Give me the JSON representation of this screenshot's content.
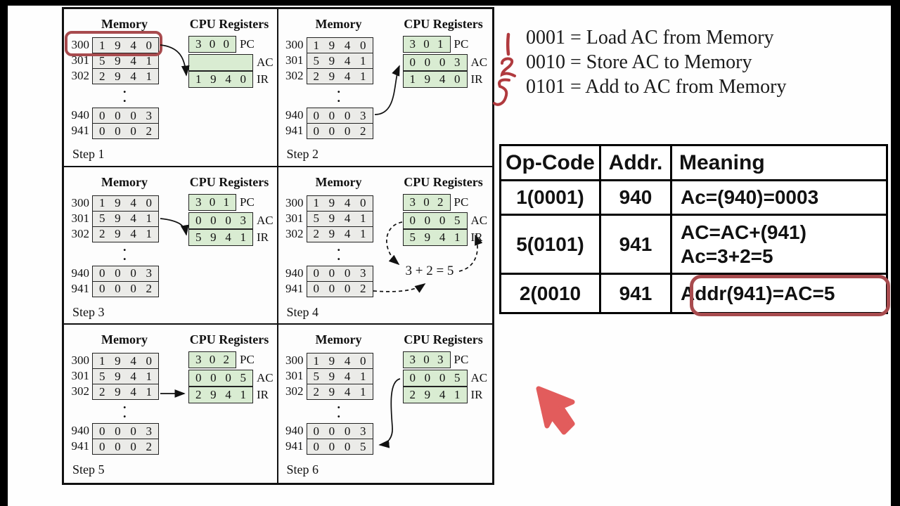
{
  "colors": {
    "memory_box": "#ebebe8",
    "register_box": "#d9ecd2",
    "highlight_red": "#a84b4e",
    "handwriting_red": "#b03a3e",
    "cursor_red": "#e25c5c",
    "ink": "#111111"
  },
  "labels": {
    "memory_title": "Memory",
    "cpu_title": "CPU Registers",
    "pc": "PC",
    "ac": "AC",
    "ir": "IR"
  },
  "panels": [
    {
      "step_label": "Step 1",
      "highlight_row_300": true,
      "memory": [
        {
          "addr": "300",
          "value": "1 9 4 0"
        },
        {
          "addr": "301",
          "value": "5 9 4 1"
        },
        {
          "addr": "302",
          "value": "2 9 4 1"
        },
        {
          "addr": "940",
          "value": "0 0 0 3"
        },
        {
          "addr": "941",
          "value": "0 0 0 2"
        }
      ],
      "registers": {
        "pc": "3 0 0",
        "ac": "",
        "ir": "1 9 4 0"
      },
      "arrows": [
        {
          "from": "memory-300",
          "to": "IR",
          "style": "solid"
        }
      ]
    },
    {
      "step_label": "Step 2",
      "highlight_row_300": false,
      "memory": [
        {
          "addr": "300",
          "value": "1 9 4 0"
        },
        {
          "addr": "301",
          "value": "5 9 4 1"
        },
        {
          "addr": "302",
          "value": "2 9 4 1"
        },
        {
          "addr": "940",
          "value": "0 0 0 3"
        },
        {
          "addr": "941",
          "value": "0 0 0 2"
        }
      ],
      "registers": {
        "pc": "3 0 1",
        "ac": "0 0 0 3",
        "ir": "1 9 4 0"
      },
      "arrows": [
        {
          "from": "memory-940",
          "to": "AC",
          "style": "solid"
        }
      ]
    },
    {
      "step_label": "Step 3",
      "highlight_row_300": false,
      "memory": [
        {
          "addr": "300",
          "value": "1 9 4 0"
        },
        {
          "addr": "301",
          "value": "5 9 4 1"
        },
        {
          "addr": "302",
          "value": "2 9 4 1"
        },
        {
          "addr": "940",
          "value": "0 0 0 3"
        },
        {
          "addr": "941",
          "value": "0 0 0 2"
        }
      ],
      "registers": {
        "pc": "3 0 1",
        "ac": "0 0 0 3",
        "ir": "5 9 4 1"
      },
      "arrows": [
        {
          "from": "memory-301",
          "to": "IR",
          "style": "solid"
        }
      ]
    },
    {
      "step_label": "Step 4",
      "highlight_row_300": false,
      "memory": [
        {
          "addr": "300",
          "value": "1 9 4 0"
        },
        {
          "addr": "301",
          "value": "5 9 4 1"
        },
        {
          "addr": "302",
          "value": "2 9 4 1"
        },
        {
          "addr": "940",
          "value": "0 0 0 3"
        },
        {
          "addr": "941",
          "value": "0 0 0 2"
        }
      ],
      "registers": {
        "pc": "3 0 2",
        "ac": "0 0 0 5",
        "ir": "5 9 4 1"
      },
      "annotation": "3 + 2 = 5",
      "arrows": [
        {
          "from": "AC",
          "to": "annotation",
          "style": "dashed"
        },
        {
          "from": "annotation",
          "to": "AC",
          "style": "dashed"
        },
        {
          "from": "memory-941",
          "to": "annotation",
          "style": "dashed"
        }
      ]
    },
    {
      "step_label": "Step 5",
      "highlight_row_300": false,
      "memory": [
        {
          "addr": "300",
          "value": "1 9 4 0"
        },
        {
          "addr": "301",
          "value": "5 9 4 1"
        },
        {
          "addr": "302",
          "value": "2 9 4 1"
        },
        {
          "addr": "940",
          "value": "0 0 0 3"
        },
        {
          "addr": "941",
          "value": "0 0 0 2"
        }
      ],
      "registers": {
        "pc": "3 0 2",
        "ac": "0 0 0 5",
        "ir": "2 9 4 1"
      },
      "arrows": [
        {
          "from": "memory-302",
          "to": "IR",
          "style": "solid"
        }
      ]
    },
    {
      "step_label": "Step 6",
      "highlight_row_300": false,
      "memory": [
        {
          "addr": "300",
          "value": "1 9 4 0"
        },
        {
          "addr": "301",
          "value": "5 9 4 1"
        },
        {
          "addr": "302",
          "value": "2 9 4 1"
        },
        {
          "addr": "940",
          "value": "0 0 0 3"
        },
        {
          "addr": "941",
          "value": "0 0 0 5"
        }
      ],
      "registers": {
        "pc": "3 0 3",
        "ac": "0 0 0 5",
        "ir": "2 9 4 1"
      },
      "arrows": [
        {
          "from": "AC",
          "to": "memory-941",
          "style": "solid"
        }
      ]
    }
  ],
  "legend": {
    "items": [
      {
        "mark": "1",
        "text": "0001 = Load AC from Memory"
      },
      {
        "mark": "2",
        "text": "0010 = Store AC to Memory"
      },
      {
        "mark": "5",
        "text": "0101 = Add to AC from Memory"
      }
    ]
  },
  "table": {
    "headers": [
      "Op-Code",
      "Addr.",
      "Meaning"
    ],
    "rows": [
      {
        "opcode": "1(0001)",
        "addr": "940",
        "meaning": [
          "Ac=(940)=0003"
        ],
        "highlighted": false
      },
      {
        "opcode": "5(0101)",
        "addr": "941",
        "meaning": [
          "AC=AC+(941)",
          "Ac=3+2=5"
        ],
        "highlighted": false
      },
      {
        "opcode": "2(0010",
        "addr": "941",
        "meaning": [
          "Addr(941)=AC=5"
        ],
        "highlighted": true
      }
    ]
  }
}
